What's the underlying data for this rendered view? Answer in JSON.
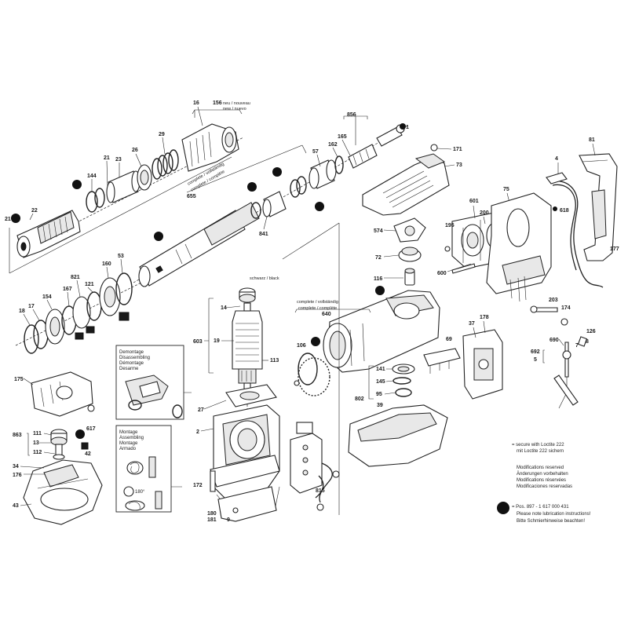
{
  "part_labels": {
    "p16": "16",
    "p156": "156",
    "p156_note": "neu / nouveau",
    "p156_note2": "new / nuevo",
    "p29": "29",
    "p26": "26",
    "p23": "23",
    "p21": "21",
    "p144": "144",
    "p22": "22",
    "p655": "655",
    "p51": "51",
    "p57": "57",
    "p162": "162",
    "p165": "165",
    "p856": "856",
    "p171": "171",
    "p73": "73",
    "p81": "81",
    "p4": "4",
    "p601": "601",
    "p200": "200",
    "p75": "75",
    "p618": "618",
    "p574": "574",
    "p195": "195",
    "p174a": "174",
    "p72": "72",
    "p116": "116",
    "p600": "600",
    "p177": "177",
    "p203": "203",
    "p174b": "174",
    "p160": "160",
    "p53": "53",
    "p821": "821",
    "p154": "154",
    "p167": "167",
    "p121": "121",
    "p17": "17",
    "p18": "18",
    "p14": "14",
    "p19": "19",
    "p603": "603",
    "p113": "113",
    "p27": "27",
    "p2": "2",
    "p172": "172",
    "p180": "180",
    "p181": "181",
    "p9": "9",
    "p106": "106",
    "p640": "640",
    "p141": "141",
    "p145": "145",
    "p95": "95",
    "p802": "802",
    "p39": "39",
    "p37": "37",
    "p178": "178",
    "p690": "690",
    "p692": "692",
    "p7": "7",
    "p126": "126",
    "p8": "8",
    "p5": "5",
    "p175": "175",
    "p111": "111",
    "p13": "13",
    "p112": "112",
    "p863": "863",
    "p617": "617",
    "p42": "42",
    "p34": "34",
    "p176": "176",
    "p43": "43",
    "p815": "815",
    "p1": "1",
    "p69": "69",
    "p841": "841"
  },
  "kit_labels": {
    "kit_top": "complete / vollständig",
    "kit_top2": "complete / complète",
    "kit_mid": "complete / vollständig",
    "kit_mid2": "complete / complète",
    "kit_small": "schwarz / black"
  },
  "assembly_box_1": {
    "line1": "Demontage",
    "line2": "Disassembling",
    "line3": "Démontage",
    "line4": "Desarme"
  },
  "assembly_box_2": {
    "line1": "Montage",
    "line2": "Assembling",
    "line3": "Montage",
    "line4": "Armado",
    "angle": "180°"
  },
  "notes": {
    "loctite_line1": "= secure with Loctite 222",
    "loctite_line2": "mit Loctite 222 sichern",
    "mod_line1": "Modifications reserved",
    "mod_line2": "Änderungen vorbehalten",
    "mod_line3": "Modifications réservées",
    "mod_line4": "Modificaciones reservadas",
    "pos_line1": "= Pos. 897 - 1 617 000 431",
    "pos_line2": "Please note lubrication instructions!",
    "pos_line3": "Bitte Schmierhinweise beachten!"
  },
  "colors": {
    "line": "#222222",
    "marker": "#111111",
    "background": "#ffffff"
  }
}
